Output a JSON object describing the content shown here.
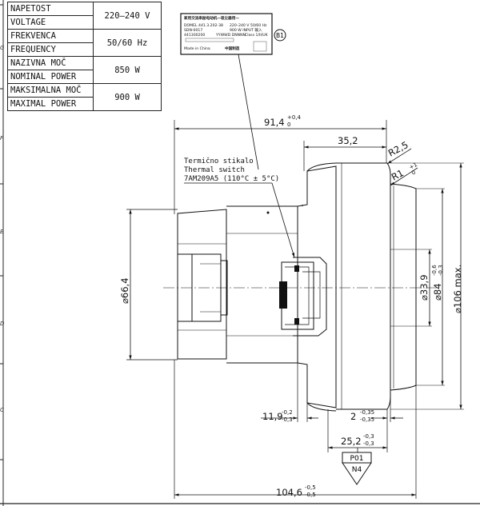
{
  "spec_table": {
    "rows": [
      {
        "label_si": "NAPETOST",
        "label_en": "VOLTAGE",
        "value": "220–240 V"
      },
      {
        "label_si": "FREKVENCA",
        "label_en": "FREQUENCY",
        "value": "50/60 Hz"
      },
      {
        "label_si": "NAZIVNA MOČ",
        "label_en": "NOMINAL POWER",
        "value": "850 W"
      },
      {
        "label_si": "MAKSIMALNA MOČ",
        "label_en": "MAXIMAL POWER",
        "value": "900 W"
      }
    ]
  },
  "zone_letters": [
    "G",
    "F",
    "E",
    "D",
    "C"
  ],
  "label_plate": {
    "header": "家用交流串励电动机—吸尘器用—",
    "line1_left": "DOMEL 441.3.202-38",
    "line1_right": "220–240 V 50/60 Hz",
    "line2_left": "SDN-0017",
    "line2_right": "900 W INPUT 输入",
    "line3_left": "441300200",
    "line3_mid": "YYWWD DNNNN",
    "line3_right": "Class 1/II/UK",
    "footer_left": "Made in China",
    "footer_right": "中国制造",
    "balloon": "B1"
  },
  "thermal_note": {
    "line1": "Termično stikalo",
    "line2": "Thermal switch",
    "line3": "7AM209A5 (110°C ± 5°C)"
  },
  "dimensions": {
    "overall_top": {
      "value": "91,4",
      "upper": "+0,4",
      "lower": "0"
    },
    "fan_depth": {
      "value": "35,2"
    },
    "radius_large": {
      "value": "R2,5"
    },
    "radius_small": {
      "value": "R1",
      "upper": "+1",
      "lower": "0"
    },
    "housing_dia": {
      "value": "⌀66,4"
    },
    "hub_dia": {
      "value": "⌀33,9"
    },
    "inlet_dia": {
      "value": "⌀84",
      "upper": "-0,6",
      "lower": "-0,3"
    },
    "outer_dia": {
      "value": "⌀106 max."
    },
    "flange_offset": {
      "value": "11,9",
      "upper": "-0,2",
      "lower": "-0,3"
    },
    "flange_thick": {
      "value": "2",
      "upper": "-0,35",
      "lower": "-0,35"
    },
    "ring_width": {
      "value": "25,2",
      "upper": "-0,3",
      "lower": "-0,3"
    },
    "overall_bottom": {
      "value": "104,6",
      "upper": "-0,5",
      "lower": "-0,5"
    }
  },
  "datum": {
    "box": "P01",
    "triangle": "N4"
  }
}
